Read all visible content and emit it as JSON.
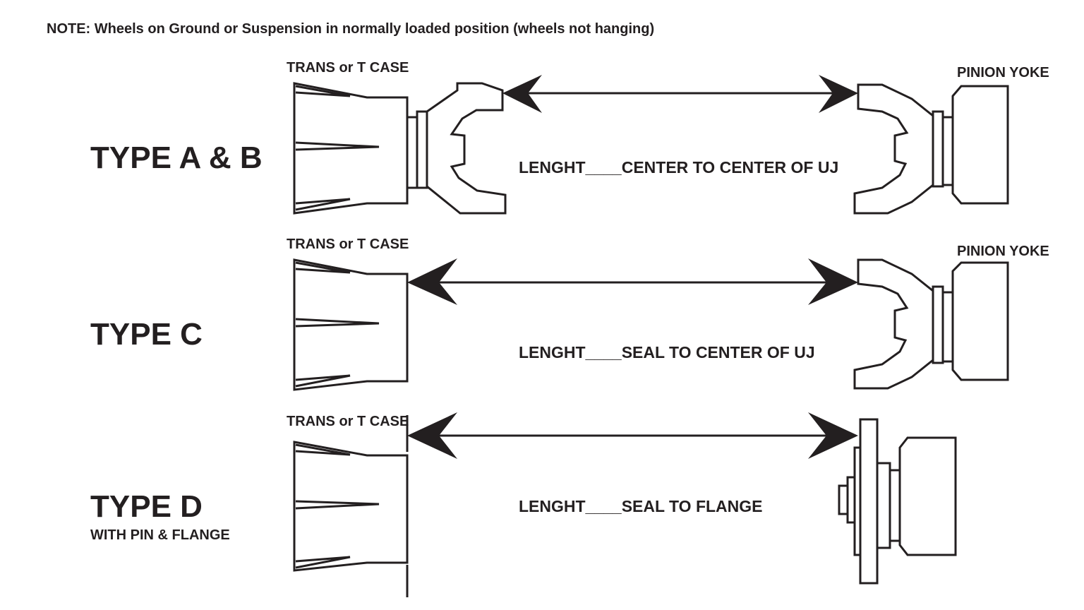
{
  "note": "NOTE: Wheels on Ground or Suspension in normally loaded position (wheels not hanging)",
  "rows": [
    {
      "type_label": "TYPE A & B",
      "sub_label": "",
      "left_component": "TRANS or T CASE",
      "right_component": "PINION YOKE",
      "length_prefix": "LENGHT____",
      "length_text": "CENTER TO CENTER OF UJ"
    },
    {
      "type_label": "TYPE C",
      "sub_label": "",
      "left_component": "TRANS or T CASE",
      "right_component": "PINION YOKE",
      "length_prefix": "LENGHT____",
      "length_text": "SEAL TO CENTER OF UJ"
    },
    {
      "type_label": "TYPE D",
      "sub_label": "WITH PIN & FLANGE",
      "left_component": "TRANS or T CASE",
      "right_component": "",
      "length_prefix": "LENGHT____",
      "length_text": "SEAL TO FLANGE"
    }
  ],
  "colors": {
    "ink": "#231f20",
    "background": "#ffffff"
  }
}
